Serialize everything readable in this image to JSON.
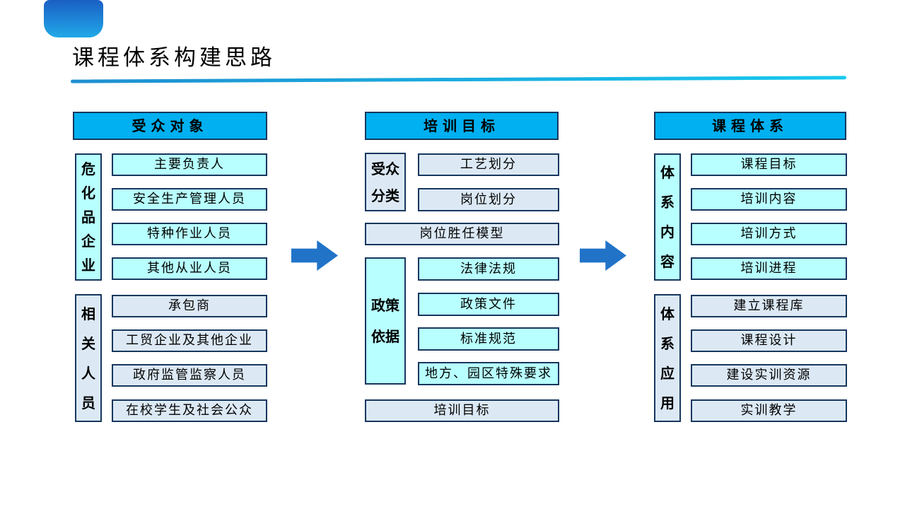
{
  "slide": {
    "title": "课程体系构建思路"
  },
  "colors": {
    "header_bg": "#00B0F0",
    "cyan_box": "#B8FFFF",
    "light_blue_box": "#DCE9F5",
    "box_border": "#17375E",
    "arrow_fill": "#2173C8",
    "title_underline_start": "#1F8FD0",
    "title_underline_end": "#17C9EE",
    "logo_gradient_top": "#1A5FC4",
    "logo_gradient_bottom": "#21A9E8"
  },
  "columns": [
    {
      "header": "受众对象",
      "groups": [
        {
          "label": "危化品企业",
          "items": [
            "主要负责人",
            "安全生产管理人员",
            "特种作业人员",
            "其他从业人员"
          ]
        },
        {
          "label": "相关人员",
          "items": [
            "承包商",
            "工贸企业及其他企业",
            "政府监管监察人员",
            "在校学生及社会公众"
          ]
        }
      ]
    },
    {
      "header": "培训目标",
      "groups": [
        {
          "label": "受众分类",
          "items": [
            "工艺划分",
            "岗位划分"
          ]
        },
        {
          "label": "政策依据",
          "items": [
            "法律法规",
            "政策文件",
            "标准规范",
            "地方、园区特殊要求"
          ]
        }
      ],
      "standalone_boxes": [
        "岗位胜任模型",
        "培训目标"
      ]
    },
    {
      "header": "课程体系",
      "groups": [
        {
          "label": "体系内容",
          "items": [
            "课程目标",
            "培训内容",
            "培训方式",
            "培训进程"
          ]
        },
        {
          "label": "体系应用",
          "items": [
            "建立课程库",
            "课程设计",
            "建设实训资源",
            "实训教学"
          ]
        }
      ]
    }
  ]
}
